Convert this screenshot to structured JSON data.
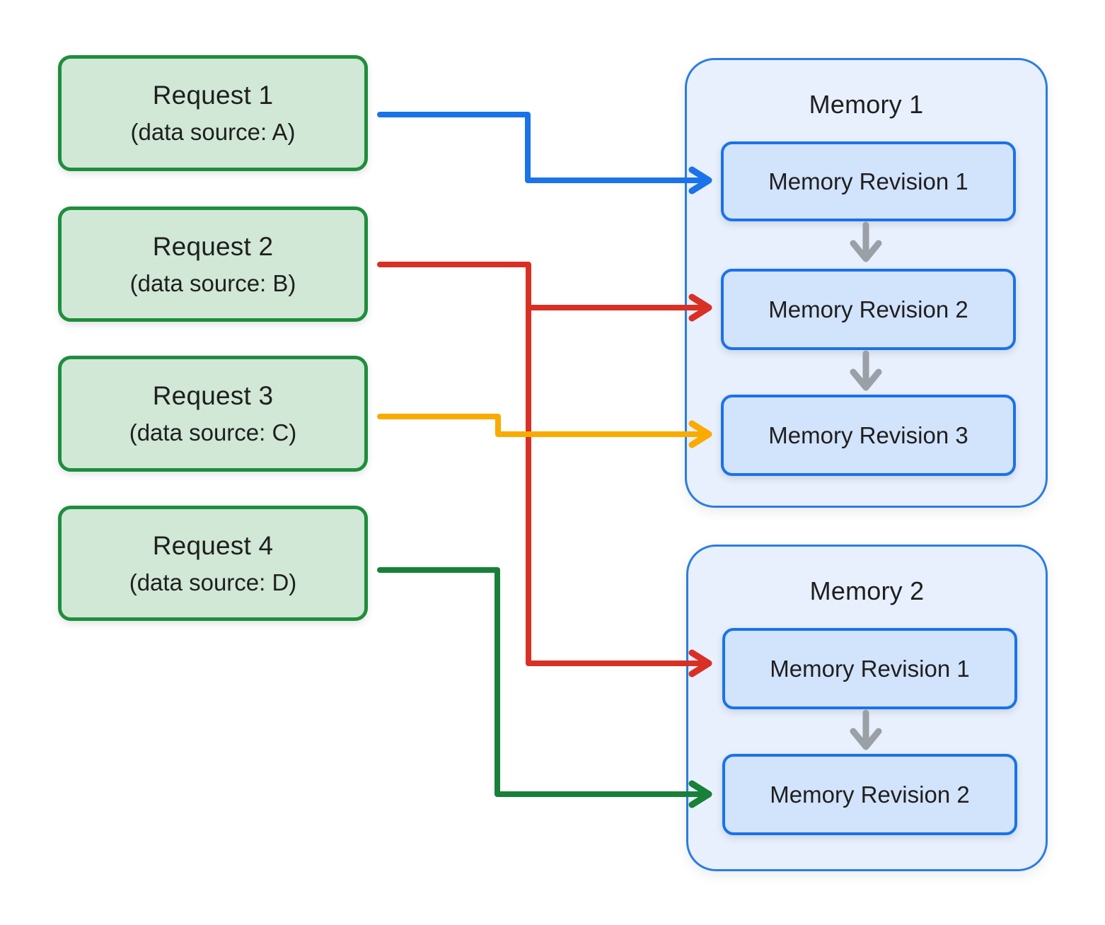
{
  "requests": [
    {
      "title": "Request 1",
      "subtitle": "(data source: A)"
    },
    {
      "title": "Request 2",
      "subtitle": "(data source: B)"
    },
    {
      "title": "Request 3",
      "subtitle": "(data source: C)"
    },
    {
      "title": "Request 4",
      "subtitle": "(data source: D)"
    }
  ],
  "memories": [
    {
      "title": "Memory 1",
      "revisions": [
        "Memory Revision 1",
        "Memory Revision 2",
        "Memory Revision 3"
      ]
    },
    {
      "title": "Memory 2",
      "revisions": [
        "Memory Revision 1",
        "Memory Revision 2"
      ]
    }
  ],
  "connections": [
    {
      "from": "Request 1",
      "to": "Memory 1 / Memory Revision 1",
      "color": "blue"
    },
    {
      "from": "Request 2",
      "to": "Memory 1 / Memory Revision 2",
      "color": "red"
    },
    {
      "from": "Request 2",
      "to": "Memory 2 / Memory Revision 1",
      "color": "red"
    },
    {
      "from": "Request 3",
      "to": "Memory 1 / Memory Revision 3",
      "color": "yellow"
    },
    {
      "from": "Request 4",
      "to": "Memory 2 / Memory Revision 2",
      "color": "green"
    }
  ],
  "colors": {
    "request_fill": "#d0e8d5",
    "request_border": "#1e8e3e",
    "memory_fill": "#e8f0fe",
    "memory_border": "#2b7de1",
    "revision_fill": "#d2e3fc",
    "revision_border": "#1a73e8",
    "arrow_blue": "#1a73e8",
    "arrow_red": "#d93025",
    "arrow_yellow": "#f9ab00",
    "arrow_green": "#188038",
    "arrow_gray": "#9aa0a6",
    "text": "#1f1f1f"
  }
}
